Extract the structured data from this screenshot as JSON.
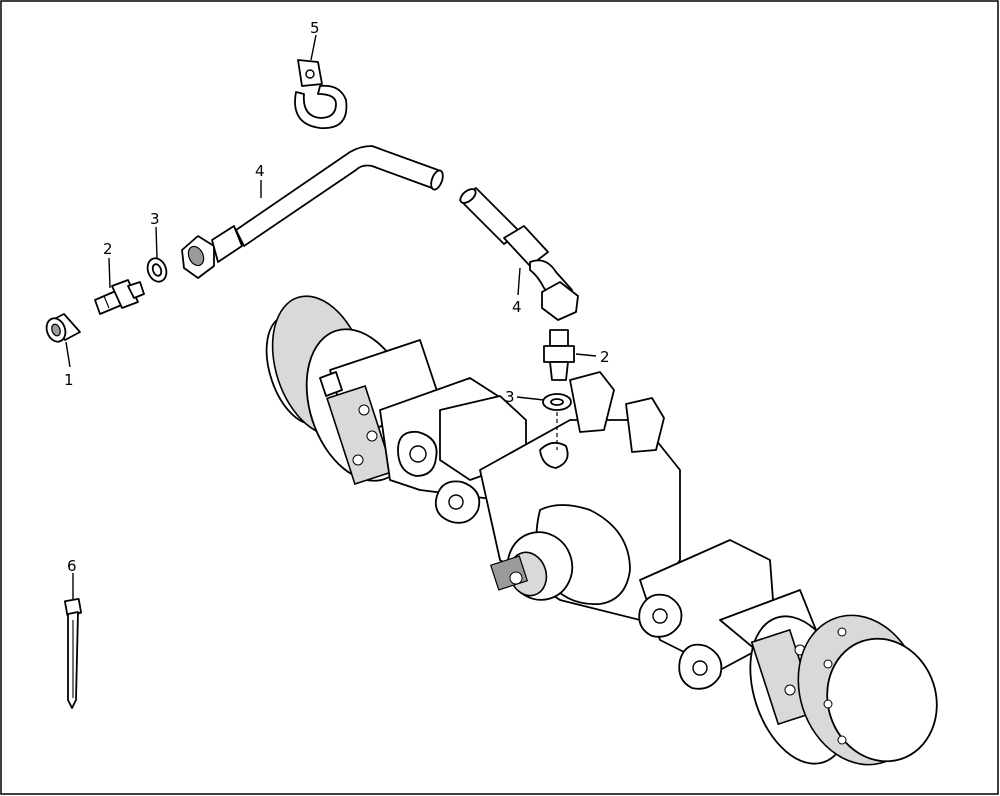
{
  "callouts": [
    {
      "id": "c1",
      "text": "1"
    },
    {
      "id": "c2a",
      "text": "2"
    },
    {
      "id": "c3a",
      "text": "3"
    },
    {
      "id": "c4a",
      "text": "4"
    },
    {
      "id": "c5",
      "text": "5"
    },
    {
      "id": "c4b",
      "text": "4"
    },
    {
      "id": "c2b",
      "text": "2"
    },
    {
      "id": "c3b",
      "text": "3"
    },
    {
      "id": "c6",
      "text": "6"
    }
  ]
}
